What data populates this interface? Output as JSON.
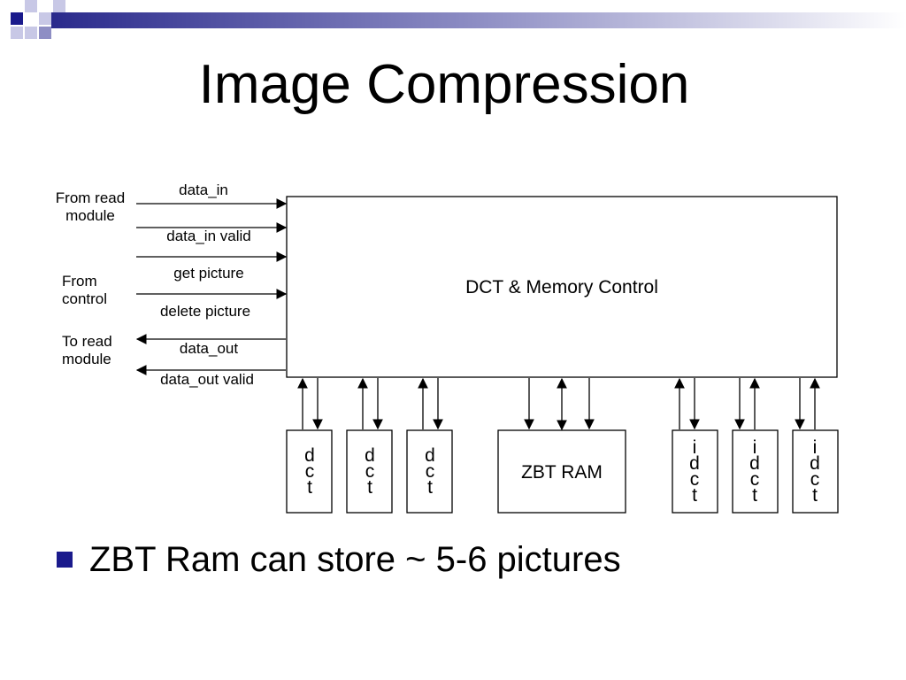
{
  "slide": {
    "title": "Image Compression",
    "bullet": "ZBT Ram can store ~ 5-6 pictures",
    "accent_color": "#1a1a8c"
  },
  "diagram": {
    "main_block": "DCT & Memory Control",
    "group_labels": {
      "from_read": "From read\nmodule",
      "from_control": "From\ncontrol",
      "to_read": "To read\nmodule"
    },
    "signals": {
      "data_in": "data_in",
      "data_in_valid": "data_in valid",
      "get_picture": "get picture",
      "delete_picture": "delete picture",
      "data_out": "data_out",
      "data_out_valid": "data_out valid"
    },
    "dct_blocks": [
      {
        "l1": "d",
        "l2": "c",
        "l3": "t"
      },
      {
        "l1": "d",
        "l2": "c",
        "l3": "t"
      },
      {
        "l1": "d",
        "l2": "c",
        "l3": "t"
      }
    ],
    "ram_block": "ZBT RAM",
    "idct_blocks": [
      {
        "l1": "i",
        "l2": "d",
        "l3": "c",
        "l4": "t"
      },
      {
        "l1": "i",
        "l2": "d",
        "l3": "c",
        "l4": "t"
      },
      {
        "l1": "i",
        "l2": "d",
        "l3": "c",
        "l4": "t"
      }
    ]
  }
}
